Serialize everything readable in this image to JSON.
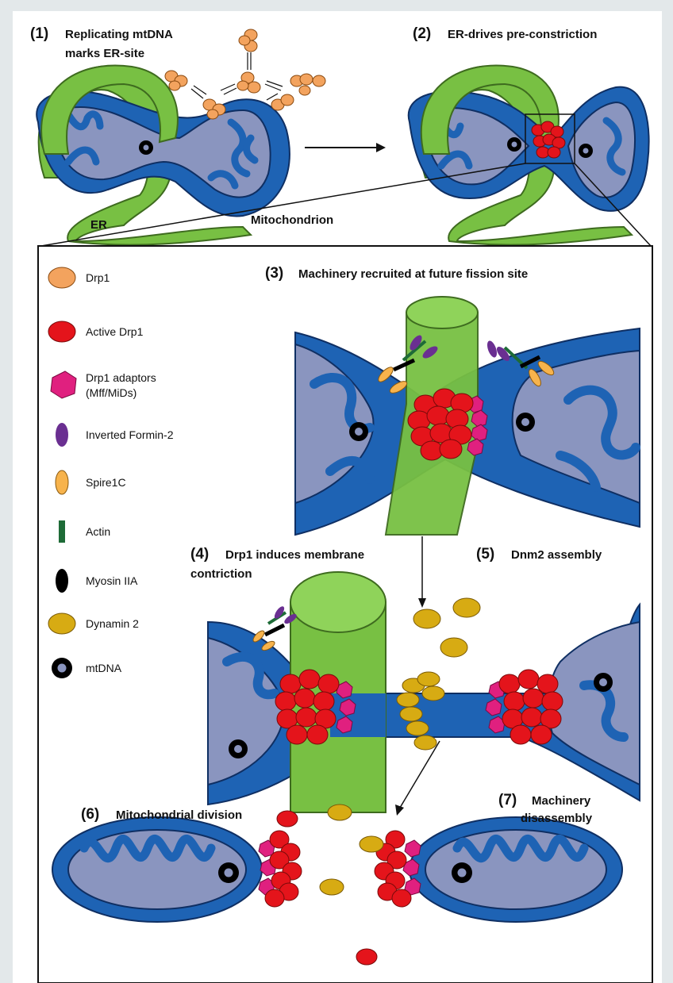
{
  "colors": {
    "mito_outer": "#1e63b4",
    "mito_inner": "#8a95bf",
    "er": "#78c043",
    "drp1": "#f3a35e",
    "active_drp1": "#e4141b",
    "adaptor": "#e0207f",
    "formin": "#6a2f91",
    "spire": "#f7b34c",
    "actin": "#1e6b37",
    "myosin": "#000000",
    "dynamin": "#d7ab13"
  },
  "steps": {
    "s1_num": "(1)",
    "s1_line1": "Replicating mtDNA",
    "s1_line2": "marks ER-site",
    "s2_num": "(2)",
    "s2_text": "ER-drives pre-constriction",
    "s3_num": "(3)",
    "s3_text": "Machinery recruited at future fission site",
    "s4_num": "(4)",
    "s4_line1": "Drp1 induces membrane",
    "s4_line2": "contriction",
    "s5_num": "(5)",
    "s5_text": "Dnm2 assembly",
    "s6_num": "(6)",
    "s6_text": "Mitochondrial division",
    "s7_num": "(7)",
    "s7_line1": "Machinery",
    "s7_line2": "disassembly"
  },
  "labels": {
    "er": "ER",
    "mitochondrion": "Mitochondrion"
  },
  "legend": [
    {
      "label": "Drp1",
      "icon": "orange-ellipse"
    },
    {
      "label": "Active Drp1",
      "icon": "red-ellipse"
    },
    {
      "label": "Drp1 adaptors",
      "label2": "(Mff/MiDs)",
      "icon": "magenta-hexagon"
    },
    {
      "label": "Inverted Formin-2",
      "icon": "purple-ellipse"
    },
    {
      "label": "Spire1C",
      "icon": "yellow-ellipse"
    },
    {
      "label": "Actin",
      "icon": "green-bar"
    },
    {
      "label": "Myosin IIA",
      "icon": "black-ellipse"
    },
    {
      "label": "Dynamin 2",
      "icon": "gold-ellipse"
    },
    {
      "label": "mtDNA",
      "icon": "ring"
    }
  ]
}
